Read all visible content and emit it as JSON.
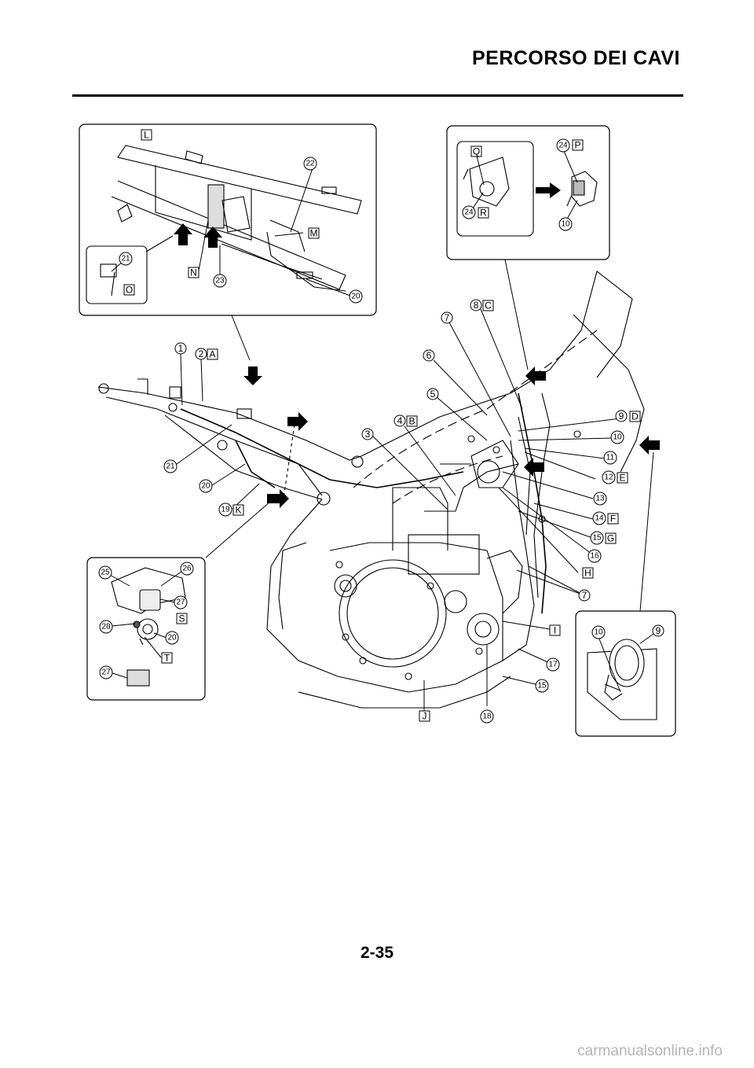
{
  "header": {
    "title": "PERCORSO DEI CAVI"
  },
  "footer": {
    "page_number": "2-35",
    "watermark": "carmanualsonline.info"
  },
  "callouts": {
    "c1": "1",
    "c2": "2",
    "c3": "3",
    "c4": "4",
    "c5": "5",
    "c6": "6",
    "c7": "7",
    "c8": "8",
    "c9": "9",
    "c10": "10",
    "c11": "11",
    "c12": "12",
    "c13": "13",
    "c14": "14",
    "c15": "15",
    "c16": "16",
    "c17": "17",
    "c18": "18",
    "c19": "19",
    "c20": "20",
    "c21": "21",
    "c22": "22",
    "c23": "23",
    "c24": "24",
    "c25": "25",
    "c26": "26",
    "c27": "27",
    "c28": "28"
  },
  "letters": {
    "A": "A",
    "B": "B",
    "C": "C",
    "D": "D",
    "E": "E",
    "F": "F",
    "G": "G",
    "H": "H",
    "I": "I",
    "J": "J",
    "K": "K",
    "L": "L",
    "M": "M",
    "N": "N",
    "O": "O",
    "P": "P",
    "Q": "Q",
    "R": "R",
    "S": "S",
    "T": "T"
  },
  "icons": [
    "flow-arrow-icon",
    "motorcycle-frame-illustration"
  ]
}
